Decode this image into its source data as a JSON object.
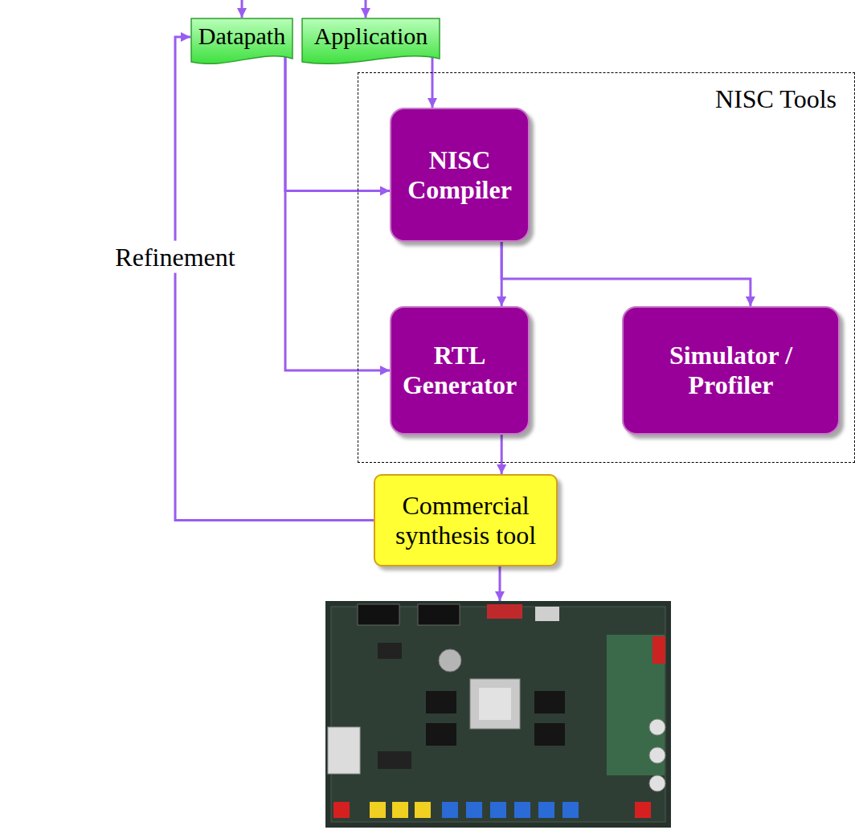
{
  "diagram": {
    "nodes": [
      {
        "text": [
          "Datapath"
        ]
      },
      {
        "text": [
          "Application"
        ]
      },
      {
        "text": [
          "NISC Tools"
        ]
      },
      {
        "text": [
          "NISC Compiler"
        ],
        "in": 2
      },
      {
        "text": [
          "RTL Generator"
        ],
        "in": 2
      },
      {
        "text": [
          "Simulator / Profiler"
        ],
        "in": 2
      },
      {
        "text": [
          "Commercial synthesis tool"
        ]
      }
    ],
    "edges": [
      {
        "from": 0,
        "to": 3,
        "arrow": "to"
      },
      {
        "from": 0,
        "to": 4,
        "arrow": "to"
      },
      {
        "from": 1,
        "to": 3,
        "arrow": "to"
      },
      {
        "from": 3,
        "to": 4,
        "arrow": "to"
      },
      {
        "from": 3,
        "to": 5,
        "arrow": "to"
      },
      {
        "from": 4,
        "to": 6,
        "arrow": "to"
      },
      {
        "from": 6,
        "to": 0,
        "label": "Refinement",
        "arrow": "to"
      }
    ]
  }
}
